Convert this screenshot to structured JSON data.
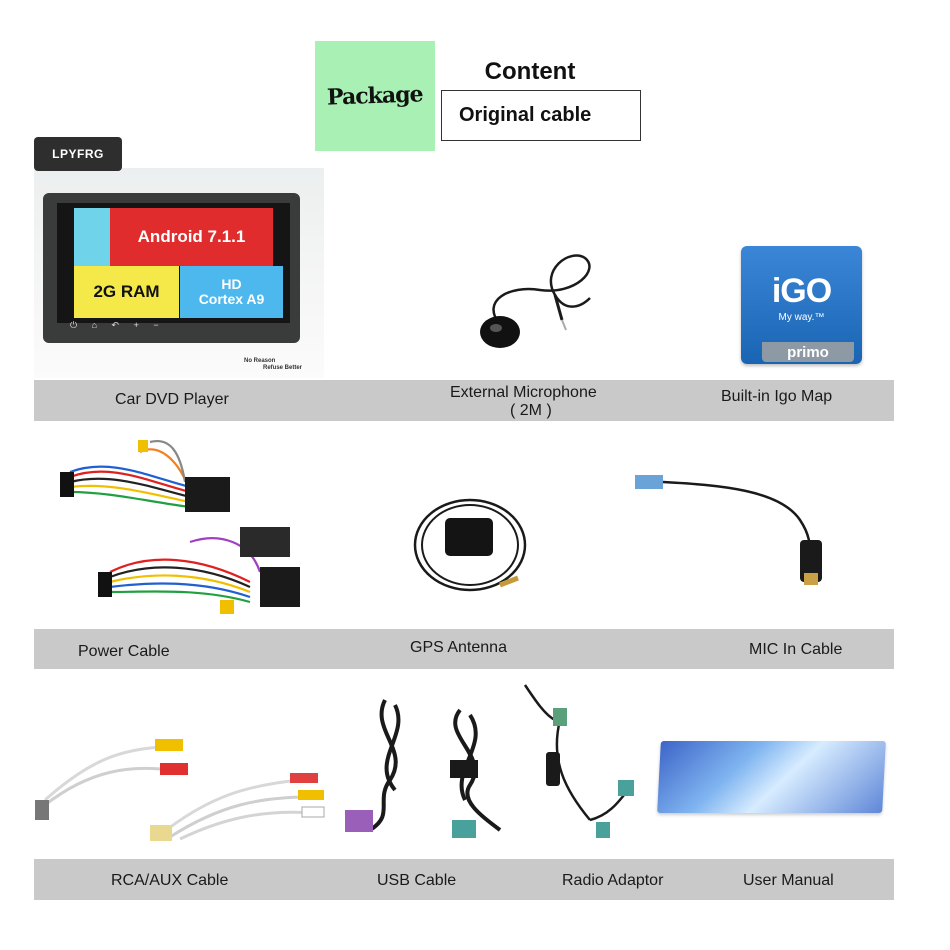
{
  "header": {
    "package_label": "Package",
    "content_title": "Content",
    "content_value": "Original cable"
  },
  "brand_badge": "LPYFRG",
  "dvd_player": {
    "android_label": "Android 7.1.1",
    "ram_label": "2G RAM",
    "hd_label": "HD",
    "cpu_label": "Cortex A9",
    "fine_print_1": "No Reason",
    "fine_print_2": "Refuse Better"
  },
  "igo": {
    "logo_text": "iGO",
    "tagline": "My way.™",
    "primo": "primo"
  },
  "captions": {
    "car_dvd_player": "Car DVD Player",
    "external_microphone": "External Microphone",
    "external_microphone_length": "( 2M )",
    "builtin_igo_map": "Built-in Igo Map",
    "power_cable": "Power Cable",
    "gps_antenna": "GPS Antenna",
    "mic_in_cable": "MIC In Cable",
    "rca_aux_cable": "RCA/AUX Cable",
    "usb_cable": "USB Cable",
    "radio_adaptor": "Radio Adaptor",
    "user_manual": "User Manual"
  }
}
